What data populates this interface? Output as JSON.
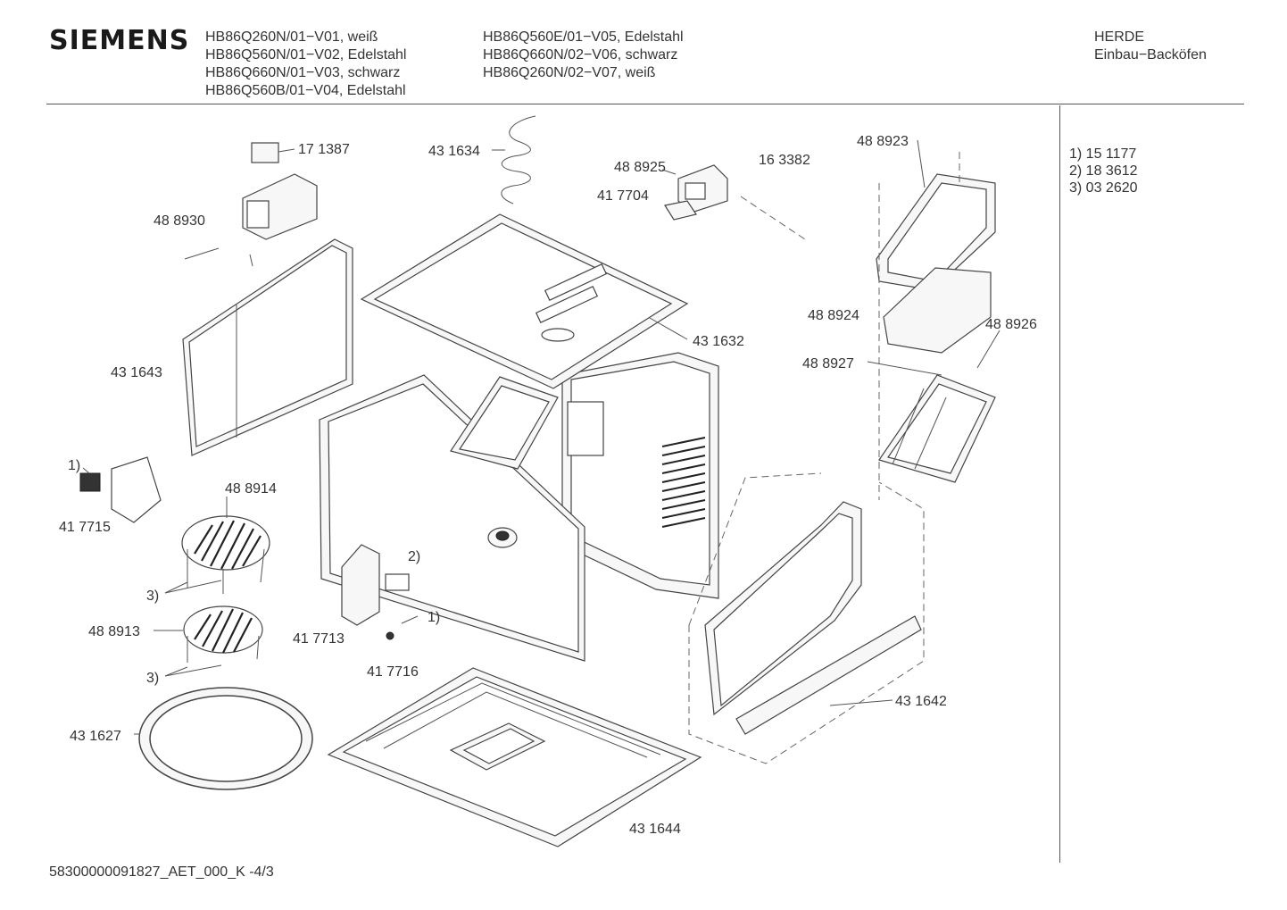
{
  "header": {
    "brand": "SIEMENS",
    "models_col1": [
      "HB86Q260N/01−V01, weiß",
      "HB86Q560N/01−V02, Edelstahl",
      "HB86Q660N/01−V03, schwarz",
      "HB86Q560B/01−V04, Edelstahl"
    ],
    "models_col2": [
      "HB86Q560E/01−V05, Edelstahl",
      "HB86Q660N/02−V06, schwarz",
      "HB86Q260N/02−V07, weiß"
    ],
    "category": "HERDE",
    "subcategory": "Einbau−Backöfen"
  },
  "notes": [
    "1)  15 1177",
    "2)  18 3612",
    "3)  03 2620"
  ],
  "part_labels": [
    "17 1387",
    "48 8930",
    "43 1634",
    "48 8925",
    "16 3382",
    "41 7704",
    "48 8923",
    "43 1643",
    "43 1632",
    "48 8924",
    "48 8926",
    "48 8927",
    "1)",
    "48 8914",
    "41 7715",
    "3)",
    "2)",
    "1)",
    "48 8913",
    "3)",
    "41 7713",
    "41 7716",
    "43 1642",
    "43 1627",
    "43 1644"
  ],
  "footer": "58300000091827_AET_000_K   -4/3"
}
